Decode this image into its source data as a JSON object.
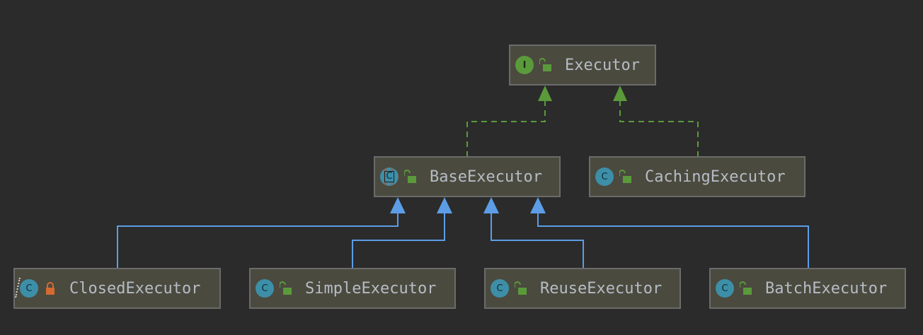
{
  "diagram": {
    "nodes": {
      "executor": {
        "label": "Executor",
        "kind": "I",
        "kind_icon": "interface-icon",
        "access": "public"
      },
      "base": {
        "label": "BaseExecutor",
        "kind": "C",
        "kind_icon": "abstract-class-icon",
        "access": "public"
      },
      "caching": {
        "label": "CachingExecutor",
        "kind": "C",
        "kind_icon": "class-icon",
        "access": "public"
      },
      "closed": {
        "label": "ClosedExecutor",
        "kind": "C",
        "kind_icon": "anonymous-class-icon",
        "access": "private"
      },
      "simple": {
        "label": "SimpleExecutor",
        "kind": "C",
        "kind_icon": "class-icon",
        "access": "public"
      },
      "reuse": {
        "label": "ReuseExecutor",
        "kind": "C",
        "kind_icon": "class-icon",
        "access": "public"
      },
      "batch": {
        "label": "BatchExecutor",
        "kind": "C",
        "kind_icon": "class-icon",
        "access": "public"
      }
    },
    "edges": [
      {
        "from": "BaseExecutor",
        "to": "Executor",
        "type": "implements"
      },
      {
        "from": "CachingExecutor",
        "to": "Executor",
        "type": "implements"
      },
      {
        "from": "ClosedExecutor",
        "to": "BaseExecutor",
        "type": "extends"
      },
      {
        "from": "SimpleExecutor",
        "to": "BaseExecutor",
        "type": "extends"
      },
      {
        "from": "ReuseExecutor",
        "to": "BaseExecutor",
        "type": "extends"
      },
      {
        "from": "BatchExecutor",
        "to": "BaseExecutor",
        "type": "extends"
      }
    ],
    "colors": {
      "background": "#2b2b2b",
      "node_fill": "#4b4a3f",
      "node_border": "#6b6b6b",
      "label_text": "#b5bcc4",
      "implements_edge": "#5a9a3b",
      "extends_edge": "#5c9de6",
      "public_lock": "#5a9a3b",
      "private_lock": "#d46a32"
    }
  }
}
